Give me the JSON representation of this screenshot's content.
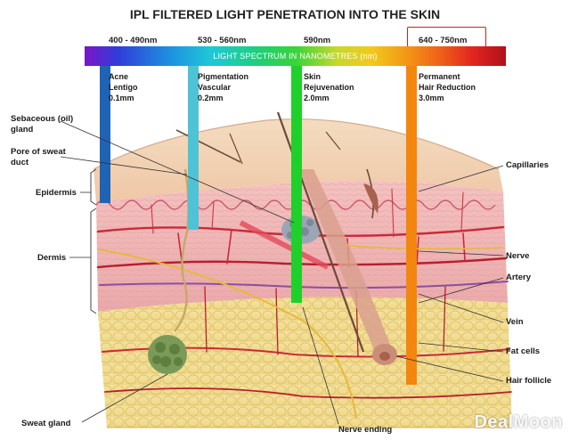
{
  "title": "IPL FILTERED LIGHT PENETRATION INTO THE SKIN",
  "spectrum_label": "LIGHT SPECTRUM IN NANOMETRES (nm)",
  "bands": [
    {
      "range": "400 - 490nm",
      "effect": [
        "Acne",
        "Lentigo",
        "0.1mm"
      ],
      "color": "#1f63b5"
    },
    {
      "range": "530 - 560nm",
      "effect": [
        "Pigmentation",
        "Vascular",
        "0.2mm"
      ],
      "color": "#4fc3d6"
    },
    {
      "range": "590nm",
      "effect": [
        "Skin",
        "Rejuvenation",
        "2.0mm"
      ],
      "color": "#1fd02a"
    },
    {
      "range": "640 - 750nm",
      "effect": [
        "Permanent",
        "Hair Reduction",
        "3.0mm"
      ],
      "color": "#f3860e"
    }
  ],
  "highlight_color": "#d01f1f",
  "left_labels": {
    "sebaceous": [
      "Sebaceous (oil)",
      "gland"
    ],
    "pore": [
      "Pore of sweat",
      "duct"
    ],
    "epidermis": "Epidermis",
    "dermis": "Dermis",
    "sweat_gland": "Sweat gland"
  },
  "right_labels": {
    "capillaries": "Capillaries",
    "nerve": "Nerve",
    "artery": "Artery",
    "vein": "Vein",
    "fat_cells": "Fat cells",
    "hair_follicle": "Hair follicle"
  },
  "bottom_labels": {
    "nerve_ending": "Nerve ending"
  },
  "watermark": "DealMoon"
}
